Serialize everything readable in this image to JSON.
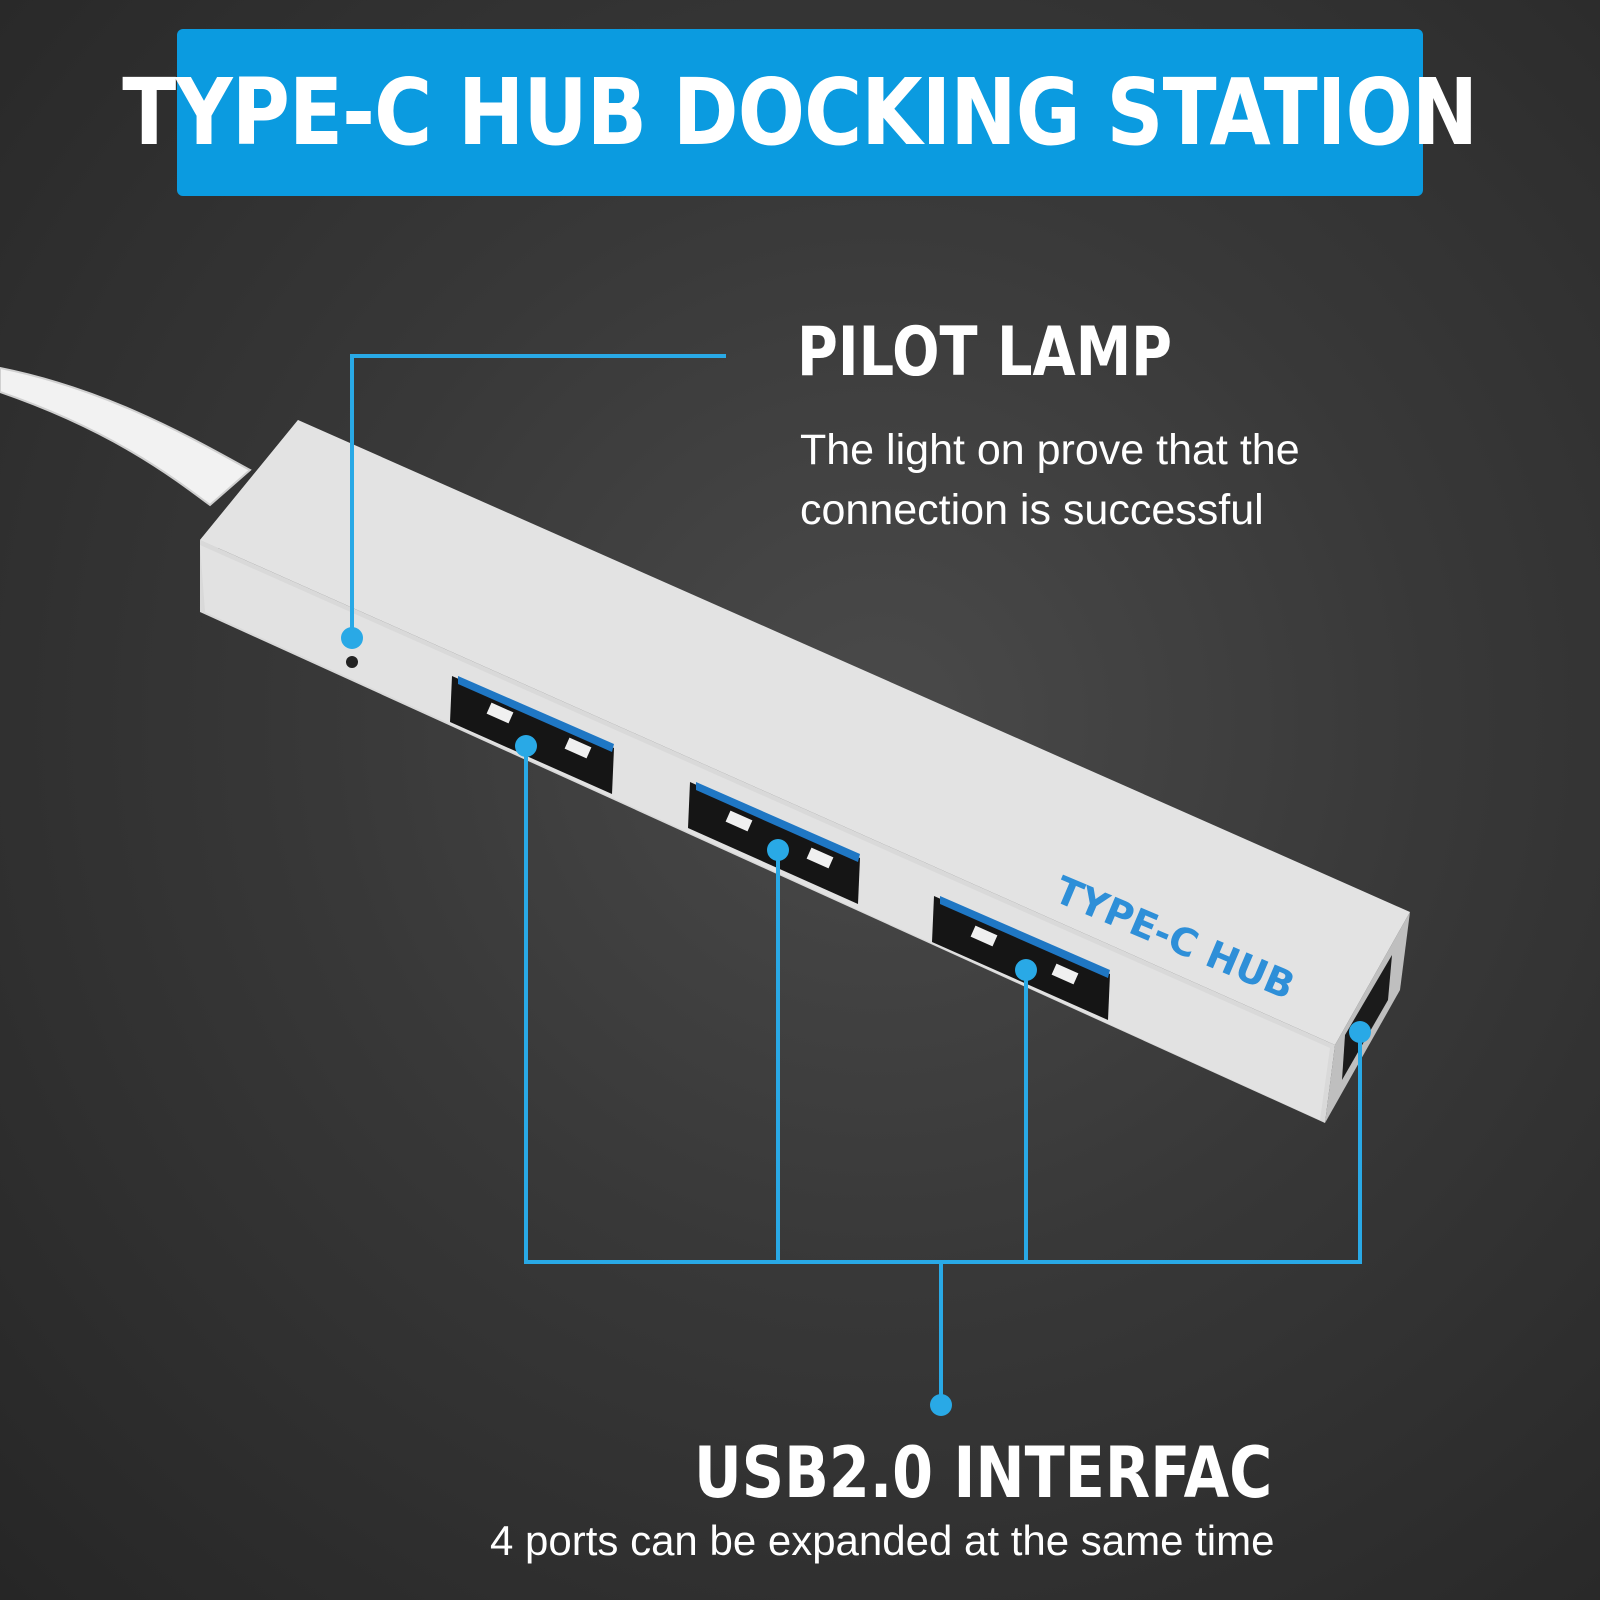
{
  "title": "TYPE-C HUB DOCKING STATION",
  "callouts": {
    "pilot_lamp": {
      "heading": "PILOT LAMP",
      "description_line1": "The light on prove that the",
      "description_line2": "connection is successful"
    },
    "usb_interface": {
      "heading": "USB2.0 INTERFAC",
      "description": "4 ports can be expanded at the same time"
    }
  },
  "product_label": "TYPE-C HUB",
  "colors": {
    "accent": "#0b9be0",
    "callout_line": "#29a9e6",
    "background": "#333333",
    "hub_body": "#e6e6e6",
    "text": "#ffffff"
  }
}
